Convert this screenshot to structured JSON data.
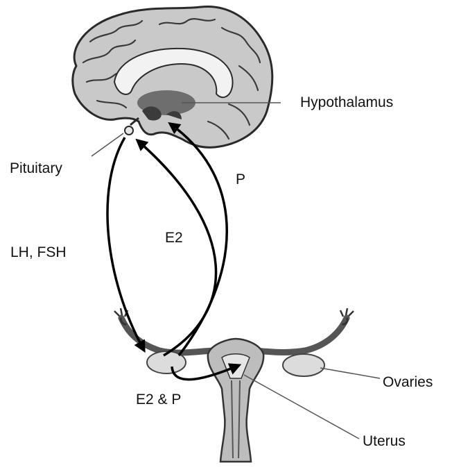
{
  "labels": {
    "hypothalamus": "Hypothalamus",
    "pituitary": "Pituitary",
    "p": "P",
    "e2": "E2",
    "lh_fsh": "LH, FSH",
    "e2_and_p": "E2 & P",
    "ovaries": "Ovaries",
    "uterus": "Uterus"
  },
  "colors": {
    "brain_fill": "#c9c9c9",
    "brain_outline": "#2a2a2a",
    "uterus_fill": "#bdbdbd",
    "arrow": "#000000",
    "leader_line": "#555555"
  },
  "icons": {
    "brain": "brain-sagittal-illustration",
    "reproductive": "uterus-ovaries-illustration"
  }
}
